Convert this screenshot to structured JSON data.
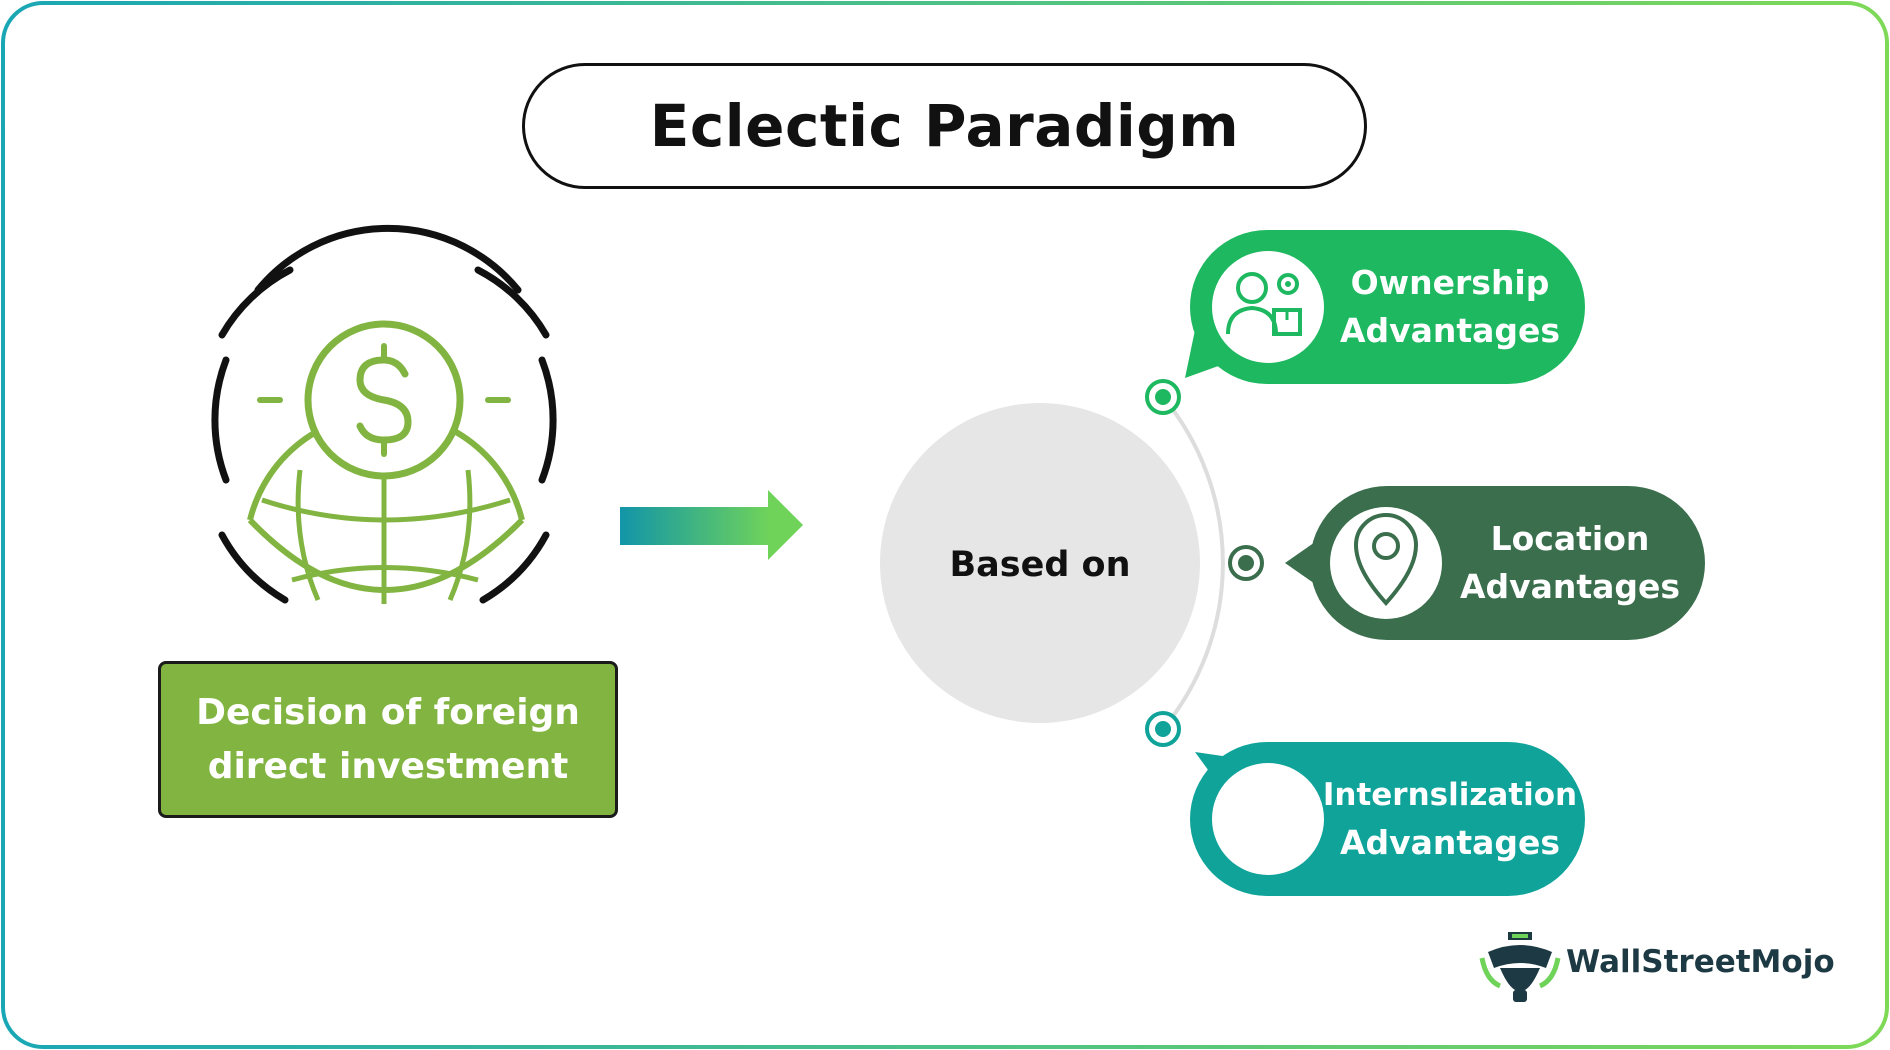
{
  "title": "Eclectic Paradigm",
  "decision": {
    "line1": "Decision of foreign",
    "line2": "direct investment"
  },
  "center": {
    "label": "Based on"
  },
  "advantages": [
    {
      "line1": "Ownership",
      "line2": "Advantages",
      "color": "#1db860",
      "icon": "person-gear-box-icon"
    },
    {
      "line1": "Location",
      "line2": "Advantages",
      "color": "#3a6e4c",
      "icon": "location-pin-icon"
    },
    {
      "line1": "Internslization",
      "line2": "Advantages",
      "color": "#0fa39a",
      "icon": ""
    }
  ],
  "icons": {
    "main": "globe-dollar-icon",
    "arrow": "right-arrow-icon"
  },
  "colors": {
    "frame_gradient_start": "#1aa7b5",
    "frame_gradient_end": "#7ed957",
    "icon_green": "#82b441",
    "circle_grey": "#e6e6e6"
  },
  "brand": {
    "name": "WallStreetMojo"
  }
}
